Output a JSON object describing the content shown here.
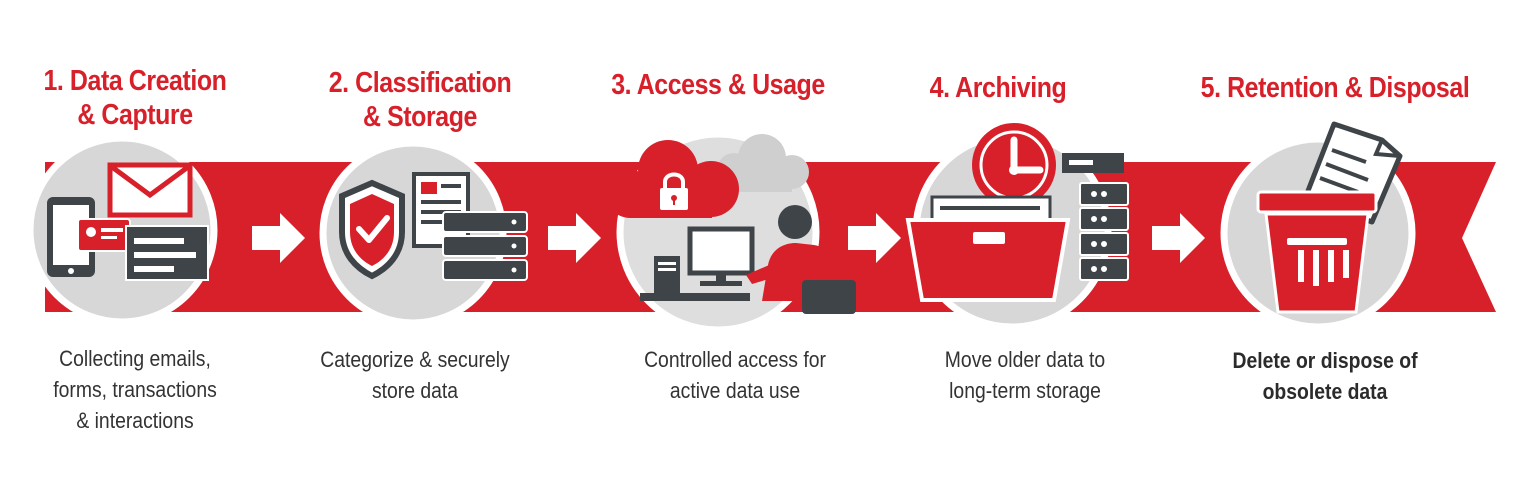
{
  "colors": {
    "accent": "#d8202a",
    "dark": "#3f4448",
    "light_gray": "#dadada",
    "text": "#333333"
  },
  "steps": [
    {
      "title_line1": "1. Data Creation",
      "title_line2": "& Capture",
      "desc_line1": "Collecting emails,",
      "desc_line2": "forms, transactions",
      "desc_line3": "& interactions",
      "icons": [
        "phone-icon",
        "envelope-icon",
        "id-card-icon",
        "form-icon"
      ]
    },
    {
      "title_line1": "2. Classification",
      "title_line2": "& Storage",
      "desc_line1": "Categorize & securely",
      "desc_line2": "store data",
      "icons": [
        "shield-check-icon",
        "document-icon",
        "server-icon"
      ]
    },
    {
      "title_line1": "3. Access & Usage",
      "desc_line1": "Controlled access for",
      "desc_line2": "active data use",
      "icons": [
        "cloud-lock-icon",
        "user-at-computer-icon"
      ]
    },
    {
      "title_line1": "4. Archiving",
      "desc_line1": "Move older data to",
      "desc_line2": "long-term storage",
      "icons": [
        "clock-icon",
        "archive-box-icon",
        "server-icon"
      ]
    },
    {
      "title_line1": "5. Retention & Disposal",
      "desc_line1": "Delete or dispose of",
      "desc_line2": "obsolete data",
      "icons": [
        "trash-bin-icon",
        "document-icon"
      ]
    }
  ]
}
